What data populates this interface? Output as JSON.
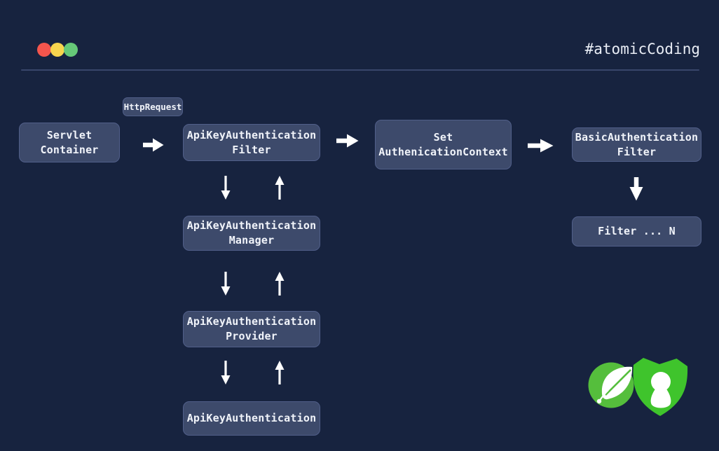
{
  "header": {
    "title": "#atomicCoding",
    "window_dots": [
      {
        "name": "close",
        "color": "#F4554D"
      },
      {
        "name": "minimize",
        "color": "#F7D54E"
      },
      {
        "name": "maximize",
        "color": "#66C878"
      }
    ]
  },
  "diagram": {
    "badge": "HttpRequest",
    "nodes": {
      "servlet": {
        "line1": "Servlet",
        "line2": "Container"
      },
      "apikey_filter": {
        "line1": "ApiKeyAuthentication",
        "line2": "Filter"
      },
      "set_auth_context": {
        "line1": "Set",
        "line2": "AuthenicationContext"
      },
      "basic_auth_filter": {
        "line1": "BasicAuthentication",
        "line2": "Filter"
      },
      "filter_n": {
        "line1": "Filter ... N"
      },
      "apikey_manager": {
        "line1": "ApiKeyAuthentication",
        "line2": "Manager"
      },
      "apikey_provider": {
        "line1": "ApiKeyAuthentication",
        "line2": "Provider"
      },
      "apikey_authentication": {
        "line1": "ApiKeyAuthentication"
      }
    },
    "icons": {
      "spring": "spring-leaf-logo",
      "security_shield": "security-shield-lock-logo"
    },
    "colors": {
      "background": "#17233F",
      "node_fill": "#3D4A6B",
      "node_border": "#515F89",
      "text": "#F1F4FA",
      "arrow": "#FFFFFF",
      "divider": "#39466B",
      "spring_green": "#55BE3C",
      "shield_green": "#3FC42C"
    }
  }
}
